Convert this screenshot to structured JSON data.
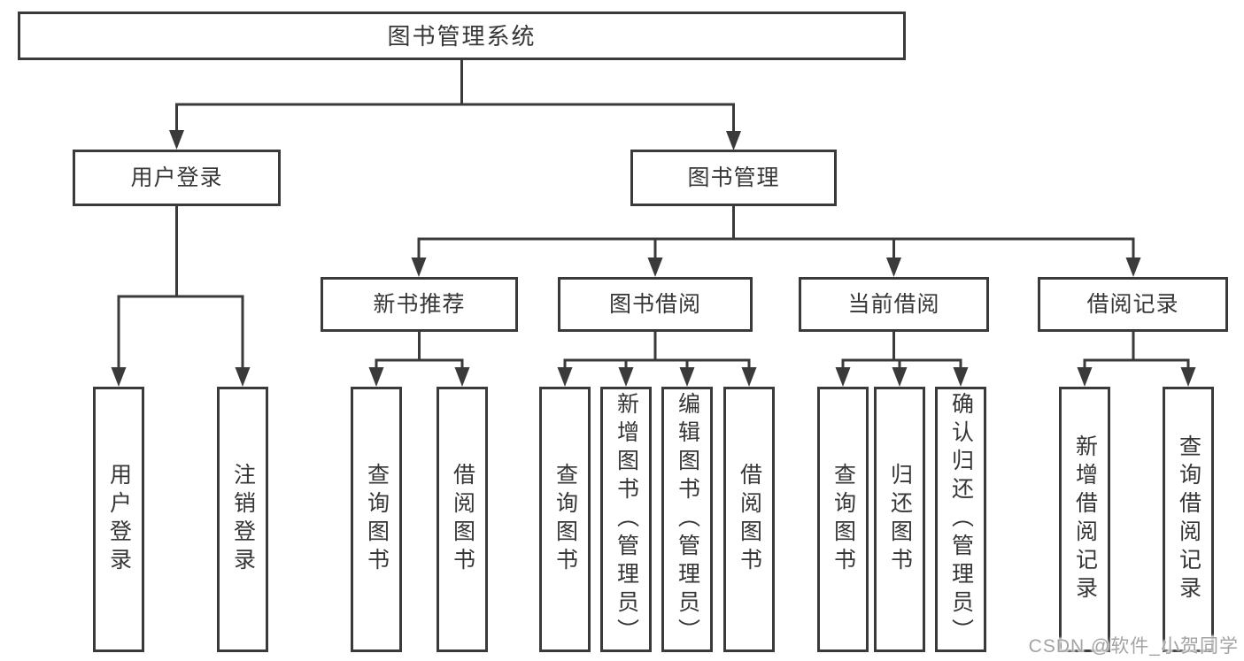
{
  "diagram_type": "hierarchy-tree",
  "colors": {
    "line": "#3a3a3a",
    "box_border": "#3a3a3a",
    "box_fill": "#ffffff",
    "text": "#363636",
    "watermark": "#a3a3a3",
    "background": "#ffffff"
  },
  "watermark": "CSDN @软件_小贺同学",
  "tree": {
    "label": "图书管理系统",
    "children": [
      {
        "label": "用户登录",
        "children": [
          {
            "label": "用户登录"
          },
          {
            "label": "注销登录"
          }
        ]
      },
      {
        "label": "图书管理",
        "children": [
          {
            "label": "新书推荐",
            "children": [
              {
                "label": "查询图书"
              },
              {
                "label": "借阅图书"
              }
            ]
          },
          {
            "label": "图书借阅",
            "children": [
              {
                "label": "查询图书"
              },
              {
                "label": "新增图书（管理员）"
              },
              {
                "label": "编辑图书（管理员）"
              },
              {
                "label": "借阅图书"
              }
            ]
          },
          {
            "label": "当前借阅",
            "children": [
              {
                "label": "查询图书"
              },
              {
                "label": "归还图书"
              },
              {
                "label": "确认归还（管理员）"
              }
            ]
          },
          {
            "label": "借阅记录",
            "children": [
              {
                "label": "新增借阅记录"
              },
              {
                "label": "查询借阅记录"
              }
            ]
          }
        ]
      }
    ]
  }
}
